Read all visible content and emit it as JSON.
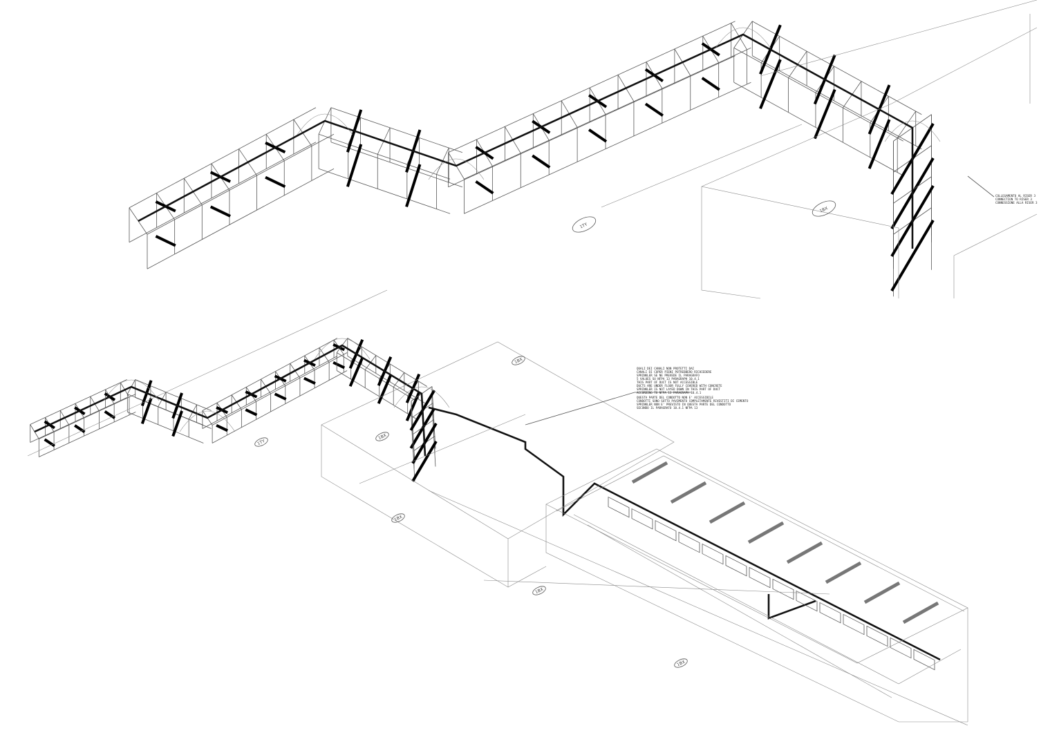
{
  "drawing": {
    "title": "Isometric duct and sprinkler piping views",
    "upper_view": {
      "tags": [
        "1TY",
        "1BX"
      ],
      "note_lines": [
        "COLLEGAMENTO AL RISER 3",
        "CONNECTION TO RISER 3",
        "CONNESSIONE ALLA RISER 3"
      ]
    },
    "lower_view": {
      "tags": [
        "1TY",
        "1BX",
        "1BX",
        "1BX",
        "1BX",
        "1BX"
      ],
      "note_lines": [
        "QUALI DEI CANALI NON PROTETTI DAI",
        "CANALI DI COPER PIENI POTREBBERO RICHIEDERE",
        "SPRINKLER SE NE PREVEDE IL PARAGRAFO",
        "5 VALUES SU NFPA 13 PARAGRAPH 10.4.1",
        "THIS PART OF DUCT IS NOT ACCESSIBLE",
        "DUCTS ARE UNDER FLOOR FULLY COVERED WITH CONCRETE",
        "SPRINKLER IS NOT LAYED DOWN IN THIS PART OF DUCT",
        "ACCORDING TO NFPA 13 PARAGRAPH 10.4.1",
        "QUESTA PARTE DEL CONDOTTO NON E' ACCESSIBILE",
        "CONDOTTI SONO SOTTO PAVIMENTO COMPLETAMENTE RIVESTITI DI CEMENTO",
        "SPRINKLER NON E' PREVISTO IN QUESTA PARTE DEL CONDOTTO",
        "SECONDO IL PARAGRAFO 10.4.1 NFPA 13"
      ]
    }
  }
}
